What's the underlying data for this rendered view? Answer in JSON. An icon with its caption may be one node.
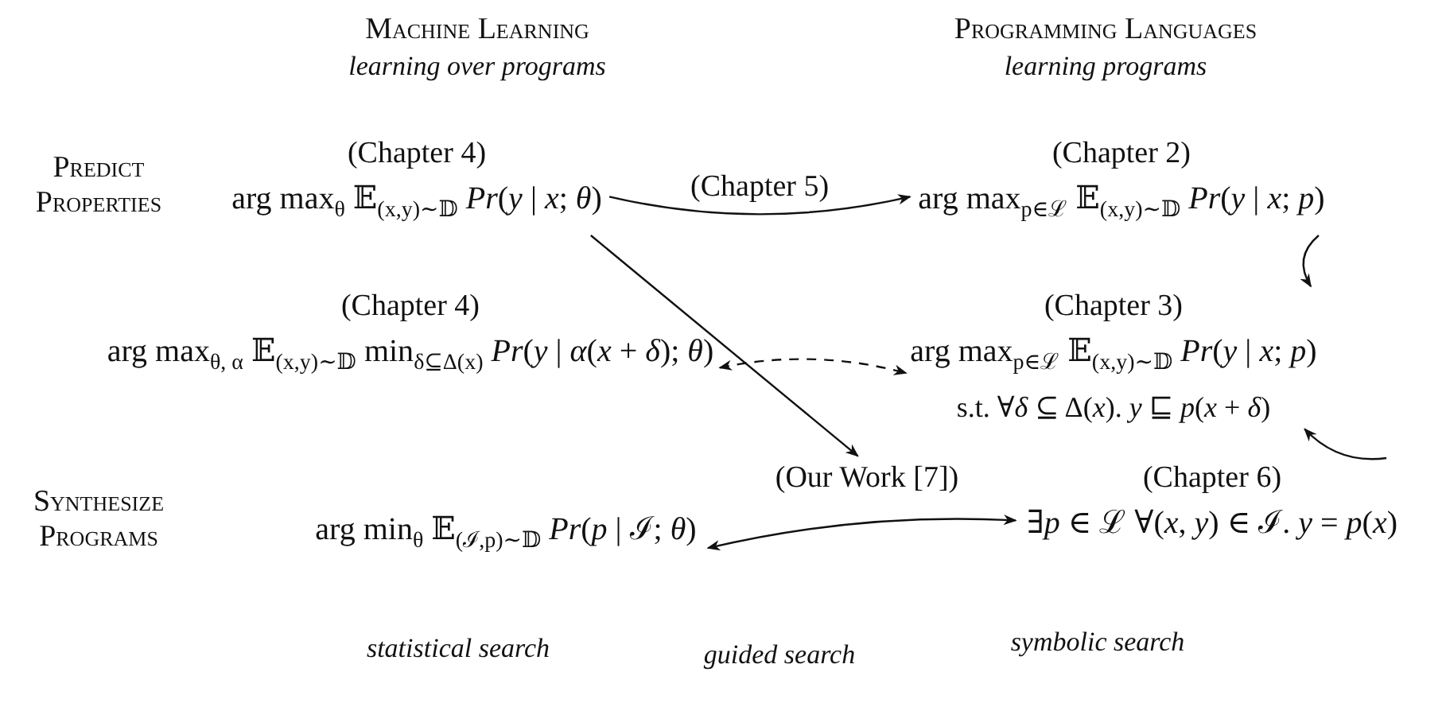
{
  "diagram": {
    "nodes": [
      {
        "text": [
          "(Chapter 4)",
          "arg max$_{θ}$ 𝔼$_{(x,y)∼𝔻}$ *Pr*(*y* | *x*; *θ*)"
        ]
      },
      {
        "text": [
          "(Chapter 2)",
          "arg max$_{p∈ℒ}$ 𝔼$_{(x,y)∼𝔻}$ *Pr*(*y* | *x*; *p*)"
        ]
      },
      {
        "text": [
          "(Chapter 4)",
          "arg max$_{θ, α}$ 𝔼$_{(x,y)∼𝔻}$ min$_{δ⊆Δ(x)}$ *Pr*(*y* | *α*(*x* + *δ*); *θ*)"
        ]
      },
      {
        "text": [
          "(Chapter 3)",
          "arg max$_{p∈ℒ}$ 𝔼$_{(x,y)∼𝔻}$ *Pr*(*y* | *x*; *p*)",
          "s.t. ∀*δ* ⊆ Δ(*x*). *y* ⊑ *p*(*x* + *δ*)"
        ]
      },
      {
        "text": [
          "(Our Work [7])"
        ]
      },
      {
        "text": [
          "arg min$_{θ}$ 𝔼$_{(ℐ,p)∼𝔻}$ *Pr*(*p* | ℐ; *θ*)"
        ],
        "beside": [
          "statistical search"
        ]
      },
      {
        "text": [
          "(Chapter 6)",
          "∃*p* ∈ ℒ ∀(*x*, *y*) ∈ ℐ. *y* = *p*(*x*)"
        ],
        "beside": [
          "symbolic search"
        ]
      }
    ],
    "edges": [
      {
        "from": 0,
        "to": 1,
        "arrow": "to",
        "label": "(Chapter 5)"
      },
      {
        "from": 1,
        "to": 3,
        "arrow": "to"
      },
      {
        "from": 2,
        "to": 3,
        "arrow": "both",
        "style": "dashed"
      },
      {
        "from": 0,
        "to": 4,
        "arrow": "to"
      },
      {
        "from": 6,
        "to": 3,
        "arrow": "to"
      },
      {
        "from": 5,
        "to": 6,
        "arrow": "both"
      }
    ],
    "labels": [
      "Machine Learning",
      "learning over programs",
      "Programming Languages",
      "learning programs",
      "Predict Properties",
      "Synthesize Programs",
      "guided search"
    ]
  }
}
